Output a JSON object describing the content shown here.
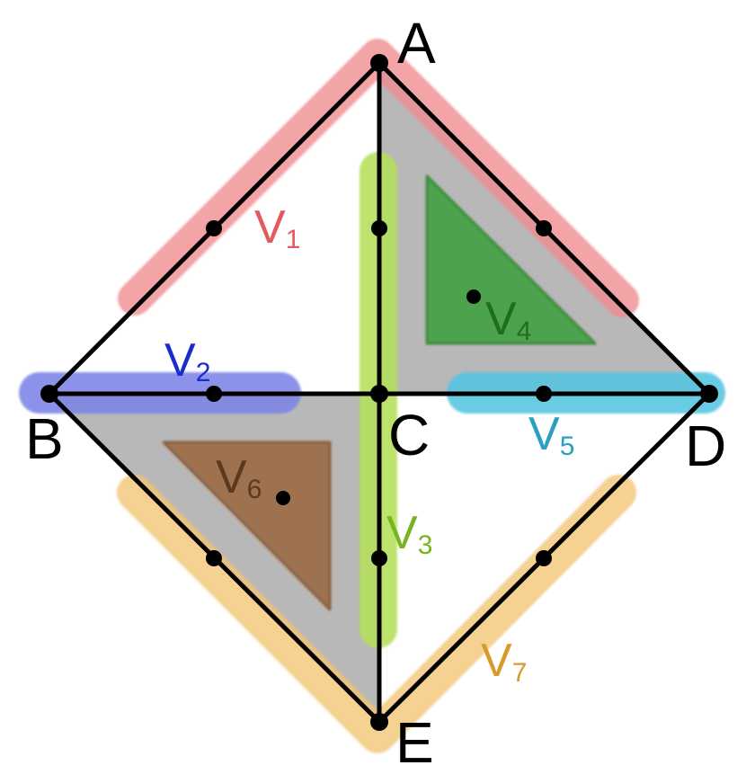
{
  "vertices": {
    "A": "A",
    "B": "B",
    "C": "C",
    "D": "D",
    "E": "E"
  },
  "regions": [
    {
      "id": "v1",
      "letter": "V",
      "sub": "1",
      "color": "#e05a5e"
    },
    {
      "id": "v2",
      "letter": "V",
      "sub": "2",
      "color": "#1a2ccc"
    },
    {
      "id": "v3",
      "letter": "V",
      "sub": "3",
      "color": "#78b41e"
    },
    {
      "id": "v4",
      "letter": "V",
      "sub": "4",
      "color": "#1e6e1e"
    },
    {
      "id": "v5",
      "letter": "V",
      "sub": "5",
      "color": "#2aa0c0"
    },
    {
      "id": "v6",
      "letter": "V",
      "sub": "6",
      "color": "#5a3a1e"
    },
    {
      "id": "v7",
      "letter": "V",
      "sub": "7",
      "color": "#d89a2a"
    }
  ],
  "colors": {
    "shade": "#b8b8b8",
    "v1_band": "#ef8c8e",
    "v2_band": "#7d84e6",
    "v3_band": "#b4e05a",
    "v4_fill": "#4ea24e",
    "v5_band": "#56c4e2",
    "v6_fill": "#9e7250",
    "v7_band": "#f2c476",
    "line": "#000000"
  }
}
